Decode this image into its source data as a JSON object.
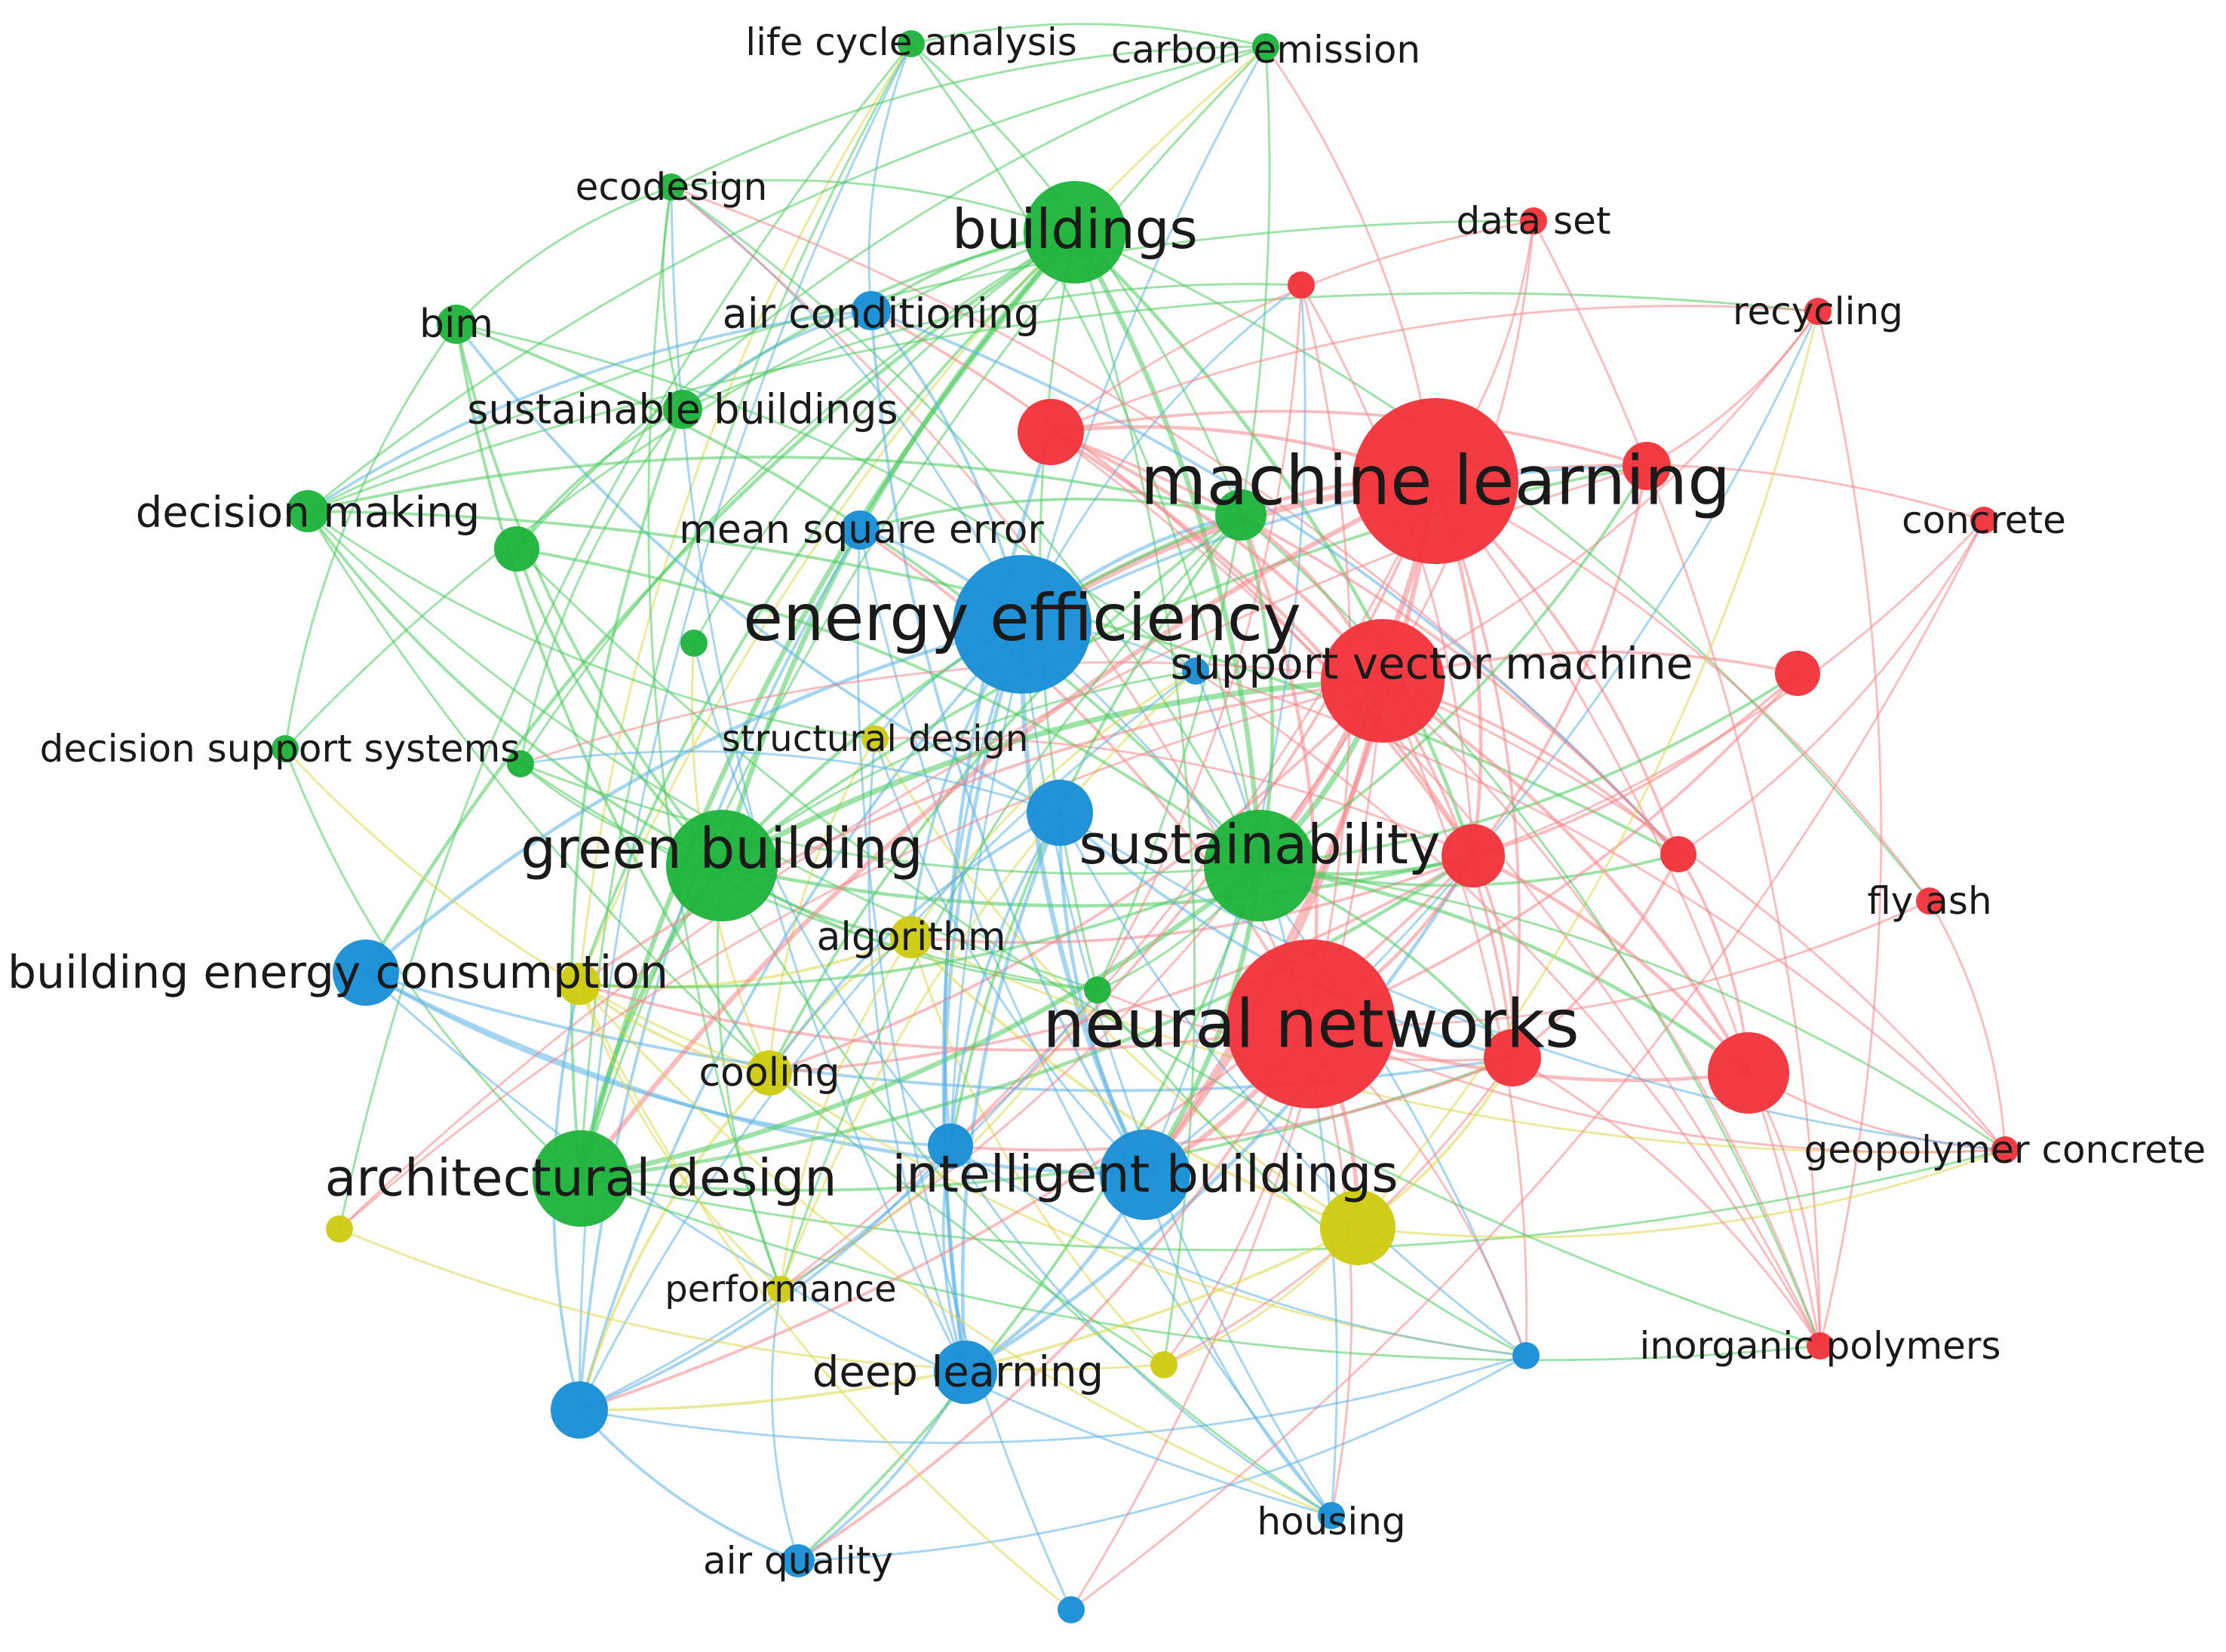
{
  "clusters": {
    "red": {
      "color": "#f2333b",
      "edge_color": "#f4868a"
    },
    "green": {
      "color": "#1fb33c",
      "edge_color": "#4ccb5f"
    },
    "blue": {
      "color": "#1a8fd6",
      "edge_color": "#5cb3e6"
    },
    "yellow": {
      "color": "#cfcb12",
      "edge_color": "#dcd74a"
    }
  },
  "nodes": [
    {
      "id": "life-cycle-analysis",
      "label": "life cycle analysis",
      "cluster": "green",
      "weight": 1
    },
    {
      "id": "carbon-emission",
      "label": "carbon emission",
      "cluster": "green",
      "weight": 1
    },
    {
      "id": "ecodesign",
      "label": "ecodesign",
      "cluster": "green",
      "weight": 1
    },
    {
      "id": "buildings",
      "label": "buildings",
      "cluster": "green",
      "weight": 5
    },
    {
      "id": "bim",
      "label": "bim",
      "cluster": "green",
      "weight": 2
    },
    {
      "id": "air-conditioning",
      "label": "air conditioning",
      "cluster": "blue",
      "weight": 2
    },
    {
      "id": "sustainable-buildings",
      "label": "sustainable buildings",
      "cluster": "green",
      "weight": 2
    },
    {
      "id": "decision-making",
      "label": "decision making",
      "cluster": "green",
      "weight": 2
    },
    {
      "id": "mean-square-error",
      "label": "mean square error",
      "cluster": "blue",
      "weight": 2
    },
    {
      "id": "energy-efficiency",
      "label": "energy efficiency",
      "cluster": "blue",
      "weight": 7
    },
    {
      "id": "decision-support-systems",
      "label": "decision support systems",
      "cluster": "green",
      "weight": 1
    },
    {
      "id": "structural-design",
      "label": "structural design",
      "cluster": "yellow",
      "weight": 1
    },
    {
      "id": "green-building",
      "label": "green building",
      "cluster": "green",
      "weight": 6
    },
    {
      "id": "building-energy-consumption",
      "label": "building energy consumption",
      "cluster": "blue",
      "weight": 3
    },
    {
      "id": "algorithm",
      "label": "algorithm",
      "cluster": "yellow",
      "weight": 2
    },
    {
      "id": "cooling",
      "label": "cooling",
      "cluster": "yellow",
      "weight": 2
    },
    {
      "id": "architectural-design",
      "label": "architectural design",
      "cluster": "green",
      "weight": 5
    },
    {
      "id": "intelligent-buildings",
      "label": "intelligent buildings",
      "cluster": "blue",
      "weight": 5
    },
    {
      "id": "performance",
      "label": "performance",
      "cluster": "yellow",
      "weight": 1
    },
    {
      "id": "deep-learning",
      "label": "deep learning",
      "cluster": "blue",
      "weight": 3
    },
    {
      "id": "air-quality",
      "label": "air quality",
      "cluster": "blue",
      "weight": 2
    },
    {
      "id": "housing",
      "label": "housing",
      "cluster": "blue",
      "weight": 1
    },
    {
      "id": "machine-learning",
      "label": "machine learning",
      "cluster": "red",
      "weight": 9
    },
    {
      "id": "sustainability",
      "label": "sustainability",
      "cluster": "green",
      "weight": 6
    },
    {
      "id": "neural-networks",
      "label": "neural networks",
      "cluster": "red",
      "weight": 9
    },
    {
      "id": "support-vector-machine",
      "label": "support vector machine",
      "cluster": "red",
      "weight": 6
    },
    {
      "id": "data-set",
      "label": "data set",
      "cluster": "red",
      "weight": 1
    },
    {
      "id": "recycling",
      "label": "recycling",
      "cluster": "red",
      "weight": 1
    },
    {
      "id": "concrete",
      "label": "concrete",
      "cluster": "red",
      "weight": 1
    },
    {
      "id": "fly-ash",
      "label": "fly ash",
      "cluster": "red",
      "weight": 1
    },
    {
      "id": "geopolymer-concrete",
      "label": "geopolymer concrete",
      "cluster": "red",
      "weight": 1
    },
    {
      "id": "inorganic-polymers",
      "label": "inorganic polymers",
      "cluster": "red",
      "weight": 1
    },
    {
      "id": "u-red-1",
      "label": "",
      "cluster": "red",
      "weight": 1
    },
    {
      "id": "u-red-2",
      "label": "",
      "cluster": "red",
      "weight": 3
    },
    {
      "id": "u-red-3",
      "label": "",
      "cluster": "red",
      "weight": 2
    },
    {
      "id": "u-red-4",
      "label": "",
      "cluster": "red",
      "weight": 3
    },
    {
      "id": "u-red-5",
      "label": "",
      "cluster": "red",
      "weight": 2
    },
    {
      "id": "u-red-6",
      "label": "",
      "cluster": "red",
      "weight": 2
    },
    {
      "id": "u-red-7",
      "label": "",
      "cluster": "red",
      "weight": 3
    },
    {
      "id": "u-red-8",
      "label": "",
      "cluster": "red",
      "weight": 2
    },
    {
      "id": "u-green-1",
      "label": "",
      "cluster": "green",
      "weight": 3
    },
    {
      "id": "u-green-2",
      "label": "",
      "cluster": "green",
      "weight": 1
    },
    {
      "id": "u-green-3",
      "label": "",
      "cluster": "green",
      "weight": 2
    },
    {
      "id": "u-green-4",
      "label": "",
      "cluster": "green",
      "weight": 1
    },
    {
      "id": "u-green-5",
      "label": "",
      "cluster": "green",
      "weight": 1
    },
    {
      "id": "u-blue-1",
      "label": "",
      "cluster": "blue",
      "weight": 1
    },
    {
      "id": "u-blue-2",
      "label": "",
      "cluster": "blue",
      "weight": 3
    },
    {
      "id": "u-blue-3",
      "label": "",
      "cluster": "blue",
      "weight": 2
    },
    {
      "id": "u-blue-4",
      "label": "",
      "cluster": "blue",
      "weight": 2
    },
    {
      "id": "u-blue-5",
      "label": "",
      "cluster": "blue",
      "weight": 1
    },
    {
      "id": "u-blue-6",
      "label": "",
      "cluster": "blue",
      "weight": 1
    },
    {
      "id": "u-yellow-1",
      "label": "",
      "cluster": "yellow",
      "weight": 2
    },
    {
      "id": "u-yellow-2",
      "label": "",
      "cluster": "yellow",
      "weight": 4
    },
    {
      "id": "u-yellow-3",
      "label": "",
      "cluster": "yellow",
      "weight": 1
    },
    {
      "id": "u-yellow-4",
      "label": "",
      "cluster": "yellow",
      "weight": 1
    }
  ]
}
